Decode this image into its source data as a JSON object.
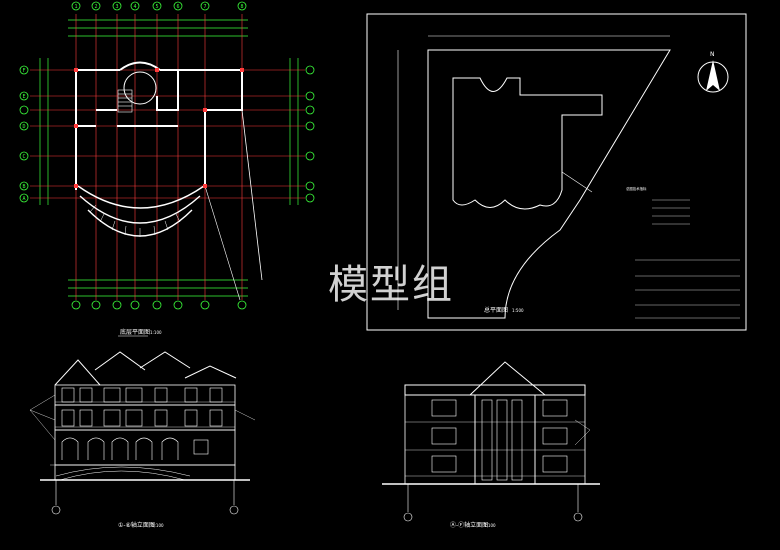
{
  "colors": {
    "background": "#000000",
    "wall": "#ffffff",
    "axis_grid": "#ff3b3b",
    "dimension": "#3cff3c",
    "frame": "#ffffff"
  },
  "watermark": "模型组",
  "plan": {
    "axis_labels_top": [
      "1",
      "2",
      "3",
      "4",
      "5",
      "6",
      "7",
      "8"
    ],
    "axis_labels_left": [
      "F",
      "E",
      "D",
      "C",
      "B",
      "A"
    ],
    "title": "底层平面图",
    "scale": "1:100"
  },
  "site_plan": {
    "title": "总平面图",
    "scale": "1:500",
    "north_label": "N",
    "legend_title": "总图技术指标"
  },
  "elevation_front": {
    "title": "①-⑧轴立面图",
    "scale": "1:100"
  },
  "elevation_side": {
    "title": "Ⓐ-Ⓕ轴立面图",
    "scale": "1:100"
  }
}
